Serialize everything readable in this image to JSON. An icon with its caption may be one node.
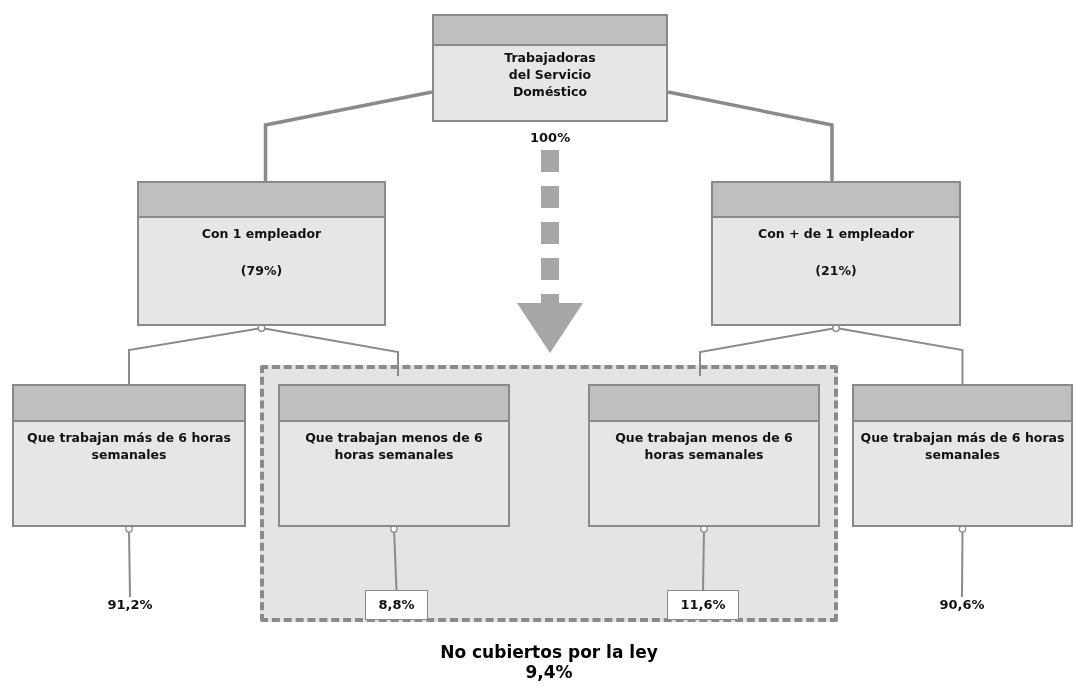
{
  "diagram": {
    "nodes": [
      {
        "text": [
          "Trabajadoras del Servicio Doméstico"
        ],
        "beside": [
          "100%"
        ]
      },
      {
        "text": [
          "Con 1 empleador",
          "(79%)"
        ]
      },
      {
        "text": [
          "Con + de 1 empleador",
          "(21%)"
        ]
      },
      {
        "text": [
          "No cubiertos por la ley",
          "9,4%"
        ]
      },
      {
        "text": [
          "Que trabajan más de 6 horas semanales"
        ]
      },
      {
        "text": [
          "Que trabajan menos de 6 horas semanales"
        ],
        "in": 3
      },
      {
        "text": [
          "Que trabajan menos de 6 horas semanales"
        ],
        "in": 3
      },
      {
        "text": [
          "Que trabajan más de 6 horas semanales"
        ]
      },
      {
        "text": [
          "91,2%"
        ]
      },
      {
        "text": [
          "8,8%"
        ],
        "in": 3
      },
      {
        "text": [
          "11,6%"
        ],
        "in": 3
      },
      {
        "text": [
          "90,6%"
        ]
      }
    ],
    "edges": [
      {
        "from": 0,
        "to": 1,
        "arrow": "none"
      },
      {
        "from": 0,
        "to": 2,
        "arrow": "none"
      },
      {
        "from": 1,
        "to": 4,
        "arrow": "other"
      },
      {
        "from": 1,
        "to": 5,
        "arrow": "other"
      },
      {
        "from": 2,
        "to": 6,
        "arrow": "other"
      },
      {
        "from": 2,
        "to": 7,
        "arrow": "other"
      },
      {
        "from": 4,
        "to": 8,
        "arrow": "other"
      },
      {
        "from": 5,
        "to": 9,
        "arrow": "other"
      },
      {
        "from": 6,
        "to": 10,
        "arrow": "other"
      },
      {
        "from": 7,
        "to": 11,
        "arrow": "other"
      },
      {
        "from": 0,
        "to": 3,
        "arrow": "to",
        "style": "dashed",
        "color": "#a6a6a6"
      }
    ]
  }
}
